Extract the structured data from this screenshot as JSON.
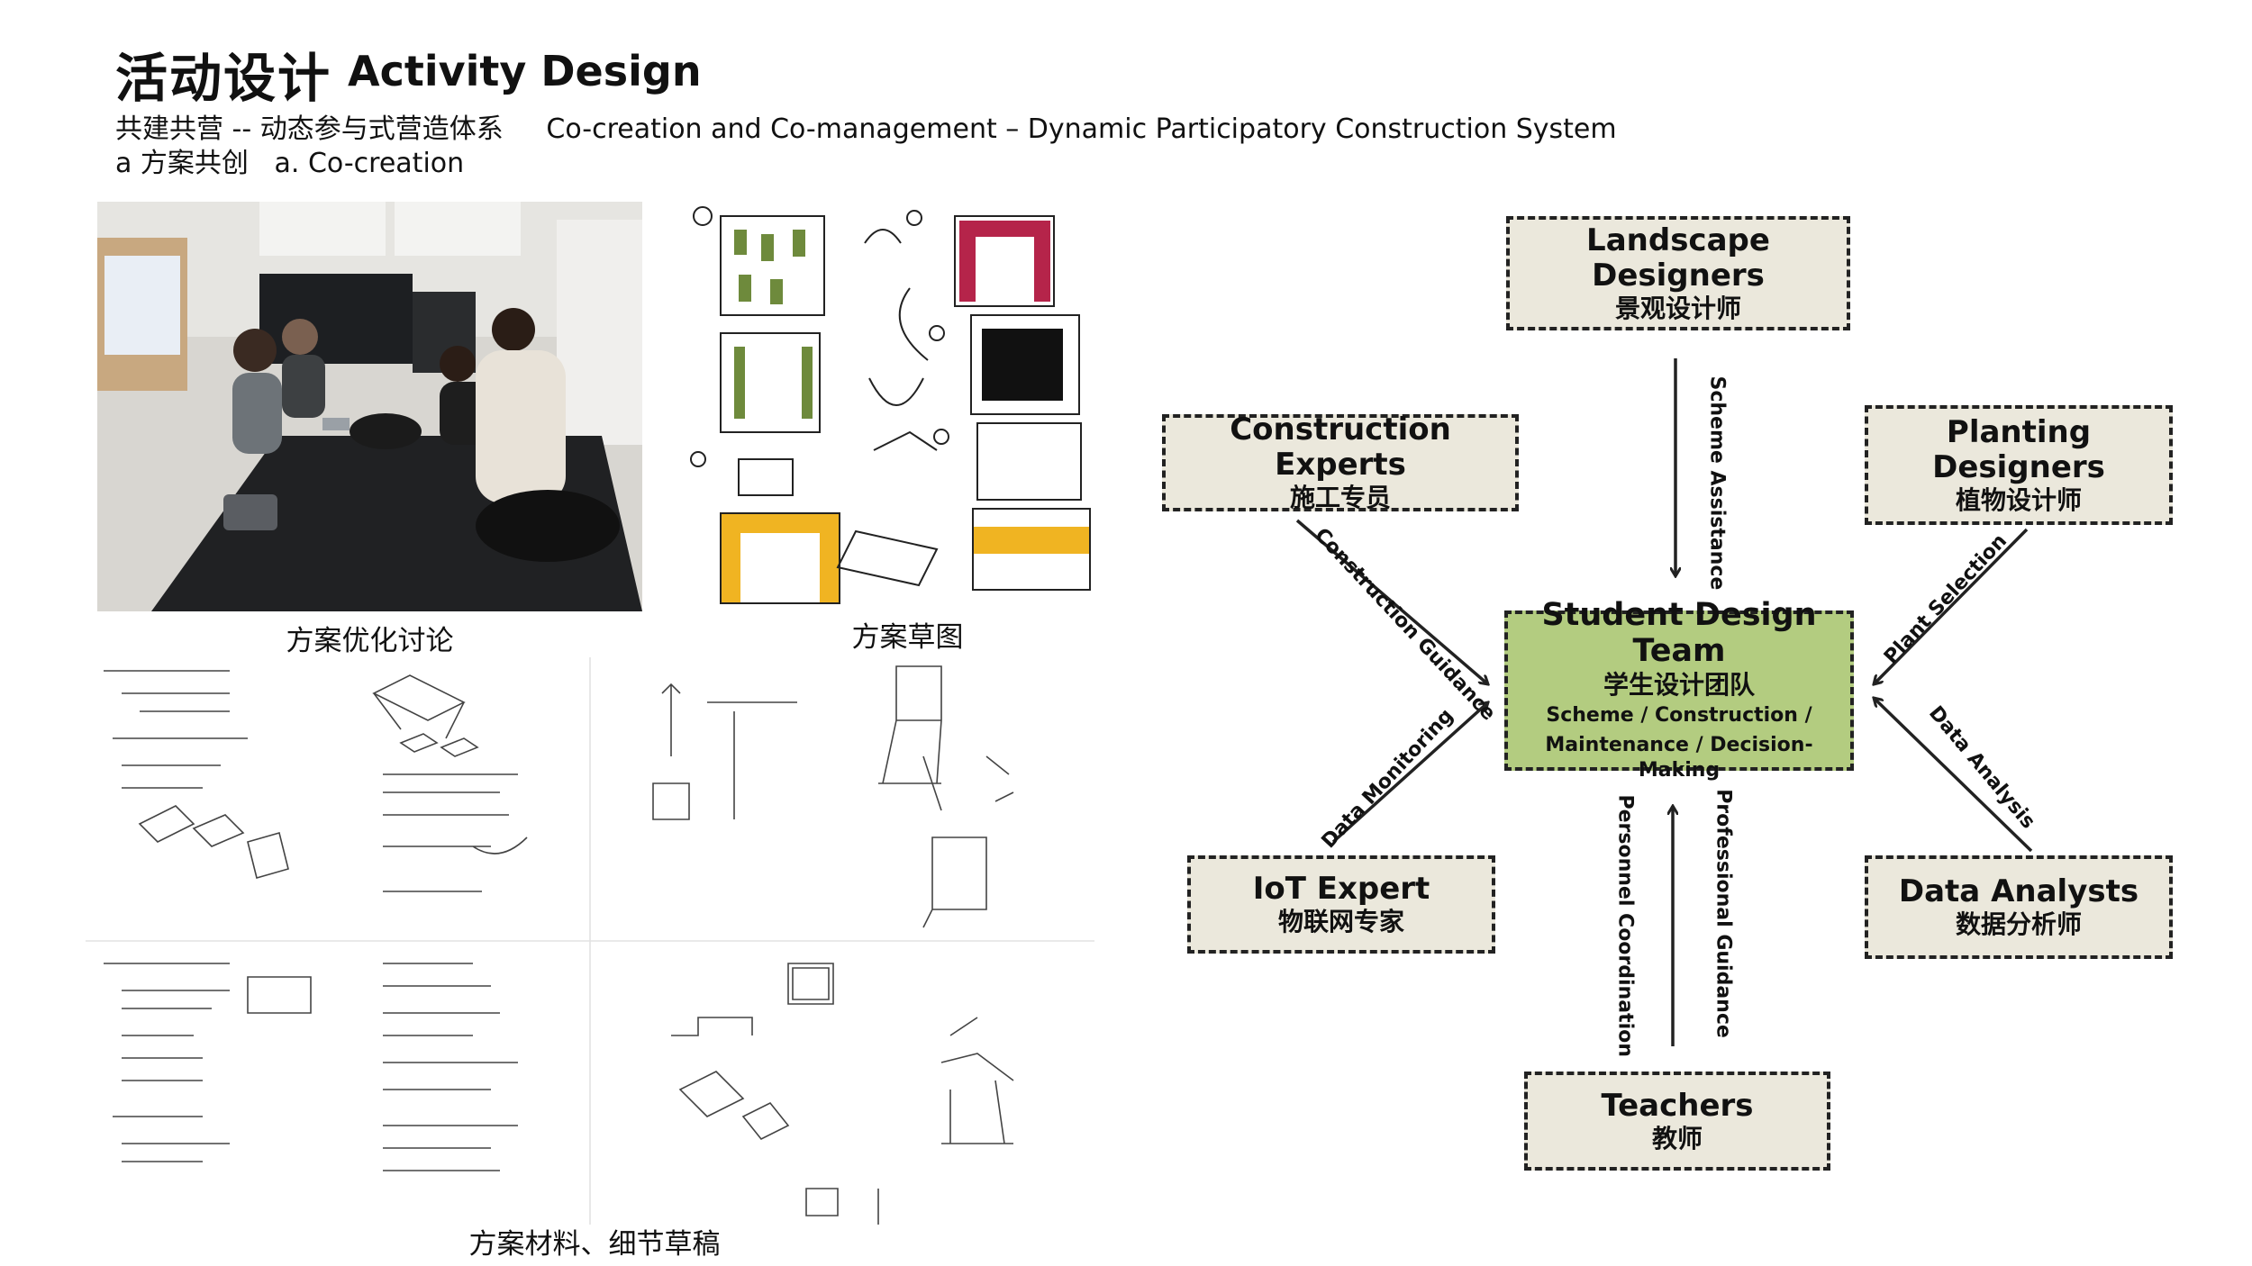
{
  "header": {
    "title_cn": "活动设计",
    "title_en": "Activity Design",
    "subtitle_line1": "共建共营 -- 动态参与式营造体系     Co-creation and Co-management – Dynamic Participatory Construction System",
    "subtitle_line2": "a 方案共创   a. Co-creation"
  },
  "gallery": {
    "photo_caption": "方案优化讨论",
    "sketch_caption": "方案草图",
    "materials_caption": "方案材料、细节草稿"
  },
  "diagram": {
    "center": {
      "en": "Student Design Team",
      "cn": "学生设计团队",
      "desc1": "Scheme / Construction /",
      "desc2": "Maintenance / Decision-Making"
    },
    "nodes": {
      "landscape": {
        "en": "Landscape Designers",
        "cn": "景观设计师"
      },
      "construction": {
        "en": "Construction Experts",
        "cn": "施工专员"
      },
      "planting": {
        "en": "Planting Designers",
        "cn": "植物设计师"
      },
      "iot": {
        "en": "IoT Expert",
        "cn": "物联网专家"
      },
      "data": {
        "en": "Data Analysts",
        "cn": "数据分析师"
      },
      "teachers": {
        "en": "Teachers",
        "cn": "教师"
      }
    },
    "relations": {
      "scheme": "Scheme Assistance",
      "construction": "Construction Guidance",
      "plant": "Plant Selection",
      "monitoring": "Data Monitoring",
      "analysis": "Data Analysis",
      "personnel": "Personnel Coordination",
      "professional": "Professional Guidance"
    },
    "colors": {
      "center": "#b3cc80",
      "node": "#ebe8dc",
      "line": "#222222"
    }
  }
}
